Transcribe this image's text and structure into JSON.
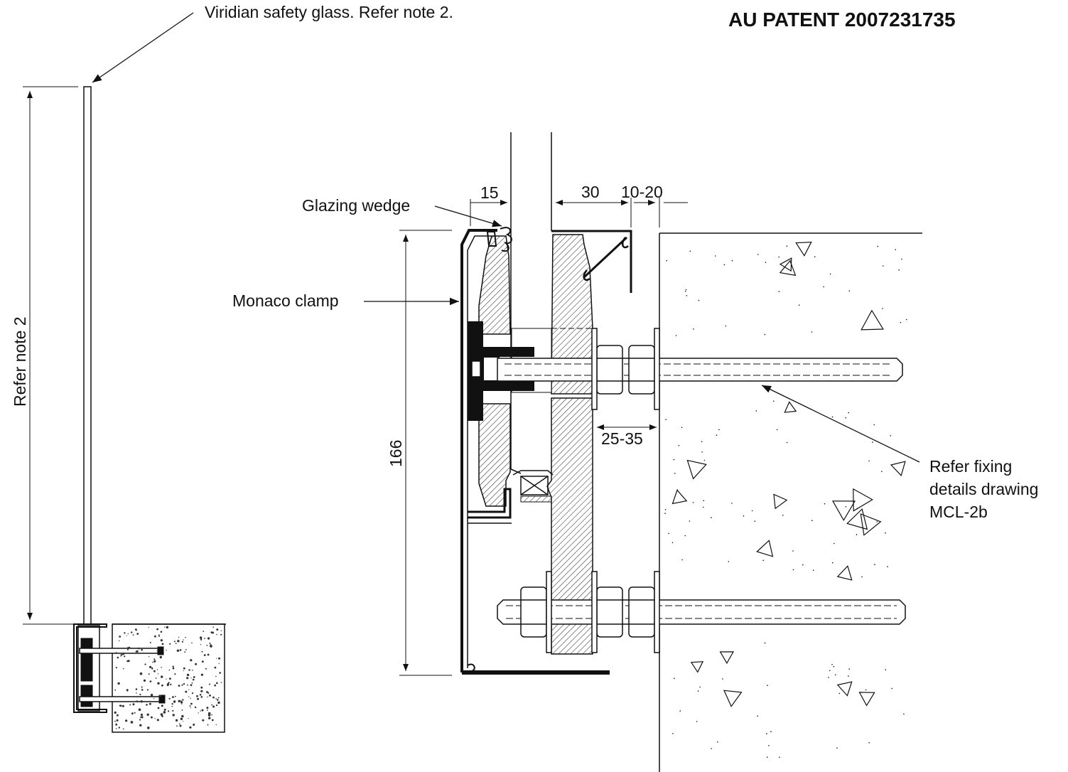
{
  "header": {
    "patent": "AU PATENT 2007231735"
  },
  "labels": {
    "glass": "Viridian safety glass. Refer note 2.",
    "height_note": "Refer note 2",
    "glazing_wedge": "Glazing wedge",
    "clamp": "Monaco clamp",
    "fixing_line1": "Refer fixing",
    "fixing_line2": "details drawing",
    "fixing_line3": "MCL-2b"
  },
  "dimensions": {
    "d15": "15",
    "d30": "30",
    "d10_20": "10-20",
    "d25_35": "25-35",
    "d166": "166"
  },
  "colors": {
    "line": "#111111",
    "hatch": "#222222",
    "background": "#ffffff"
  }
}
